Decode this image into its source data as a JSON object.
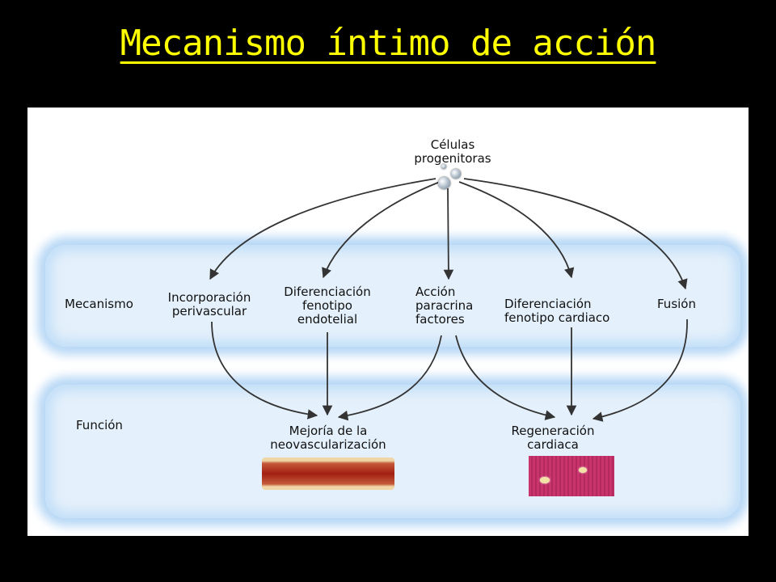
{
  "title": "Mecanismo íntimo de acción",
  "source": "Células\nprogenitoras",
  "rows": {
    "mechanism": "Mecanismo",
    "function": "Función"
  },
  "mechanisms": {
    "perivascular": "Incorporación\nperivascular",
    "endothelial": "Diferenciación\nfenotipo\nendotelial",
    "paracrine": "Acción\nparacrina\nfactores",
    "cardiac": "Diferenciación\nfenotipo cardiaco",
    "fusion": "Fusión"
  },
  "functions": {
    "neovascularization": "Mejoría de la\nneovascularización",
    "regeneration": "Regeneración\ncardiaca"
  },
  "colors": {
    "title": "#FFFF00",
    "band": "#e4f0fb",
    "arrow": "#333333"
  }
}
